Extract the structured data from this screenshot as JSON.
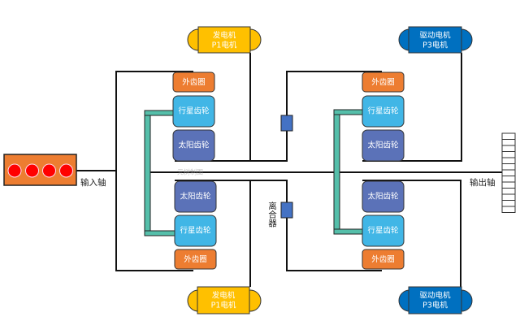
{
  "colors": {
    "engine": "#ED7D31",
    "cylinder": "#FF0000",
    "ring_gear": "#ED7D31",
    "planet_gear": "#41B6E6",
    "sun_gear": "#5B72B8",
    "carrier": "#55BFAA",
    "generator": "#FFC000",
    "drive_motor": "#0070C0",
    "clutch": "#4472C4",
    "line": "#111111"
  },
  "labels": {
    "input_shaft": "输入轴",
    "output_shaft": "输出轴",
    "clutch": "离合器",
    "watermark": "元树制图"
  },
  "generator": {
    "line1": "发电机",
    "line2": "P1电机"
  },
  "drive_motor": {
    "line1": "驱动电机",
    "line2": "P3电机"
  },
  "gears": {
    "ring": "外齿圈",
    "planet": "行星齿轮",
    "sun": "太阳齿轮"
  }
}
